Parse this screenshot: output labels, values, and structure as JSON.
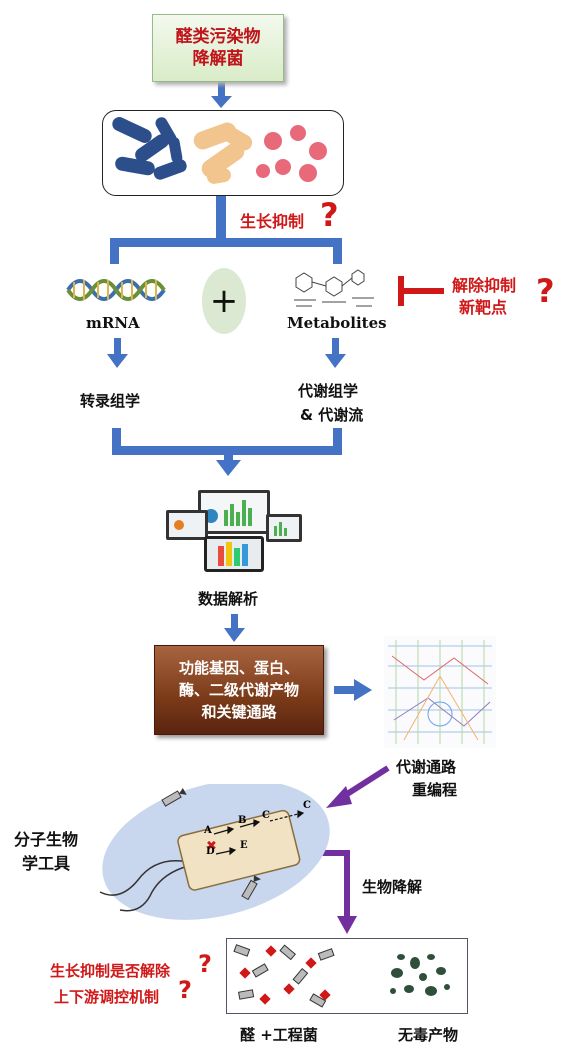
{
  "header_box": {
    "line1": "醛类污染物",
    "line2": "降解菌"
  },
  "growth_inhibition": {
    "label": "生长抑制",
    "mark": "?"
  },
  "omics": {
    "mrna_label": "mRNA",
    "plus": "+",
    "metabolites_label": "Metabolites"
  },
  "relief_target": {
    "line1": "解除抑制",
    "line2": "新靶点",
    "mark": "?"
  },
  "transcriptomics_label": "转录组学",
  "metabolomics": {
    "line1": "代谢组学",
    "line2": "& 代谢流"
  },
  "data_analysis_label": "数据解析",
  "function_box": {
    "line1": "功能基因、蛋白、",
    "line2": "酶、二级代谢产物",
    "line3": "和关键通路"
  },
  "reprogram": {
    "line1": "代谢通路",
    "line2": "重编程"
  },
  "mol_bio_tools": {
    "line1": "分子生物",
    "line2": "学工具"
  },
  "cell_pathway": {
    "A": "A",
    "B": "B",
    "C1": "C",
    "C2": "C",
    "D": "D",
    "E": "E"
  },
  "biodegradation_label": "生物降解",
  "questions": {
    "line1": "生长抑制是否解除",
    "line2": "上下游调控机制",
    "mark1": "?",
    "mark2": "?"
  },
  "bottom_labels": {
    "left": "醛 +工程菌",
    "right": "无毒产物"
  },
  "colors": {
    "arrow_blue": "#4472c4",
    "arrow_purple": "#7030a0",
    "accent_red": "#d11818",
    "brown": "#7a3a18"
  }
}
